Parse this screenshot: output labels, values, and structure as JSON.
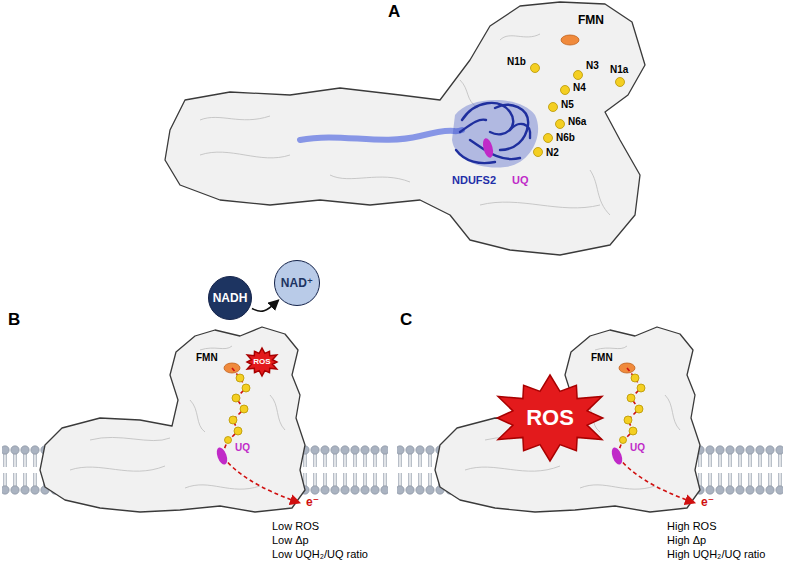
{
  "diagram": {
    "nodes": [
      {
        "text": [
          "NADH"
        ]
      },
      {
        "text": [
          "NAD⁺"
        ]
      },
      {
        "text": [
          "ROS"
        ]
      },
      {
        "text": [
          "ROS"
        ]
      }
    ],
    "edges": [
      {
        "from": 0,
        "to": 1,
        "arrow": "to"
      }
    ],
    "labels": [
      "A",
      "FMN",
      "N1a",
      "N1b",
      "N3",
      "N4",
      "N5",
      "N6a",
      "N6b",
      "N2",
      "NDUFS2",
      "UQ",
      "B",
      "FMN",
      "UQ",
      "e⁻",
      "Low ROS",
      "Low Δp",
      "Low UQH₂/UQ ratio",
      "C",
      "FMN",
      "UQ",
      "e⁻",
      "High ROS",
      "High Δp",
      "High UQH₂/UQ ratio"
    ]
  }
}
